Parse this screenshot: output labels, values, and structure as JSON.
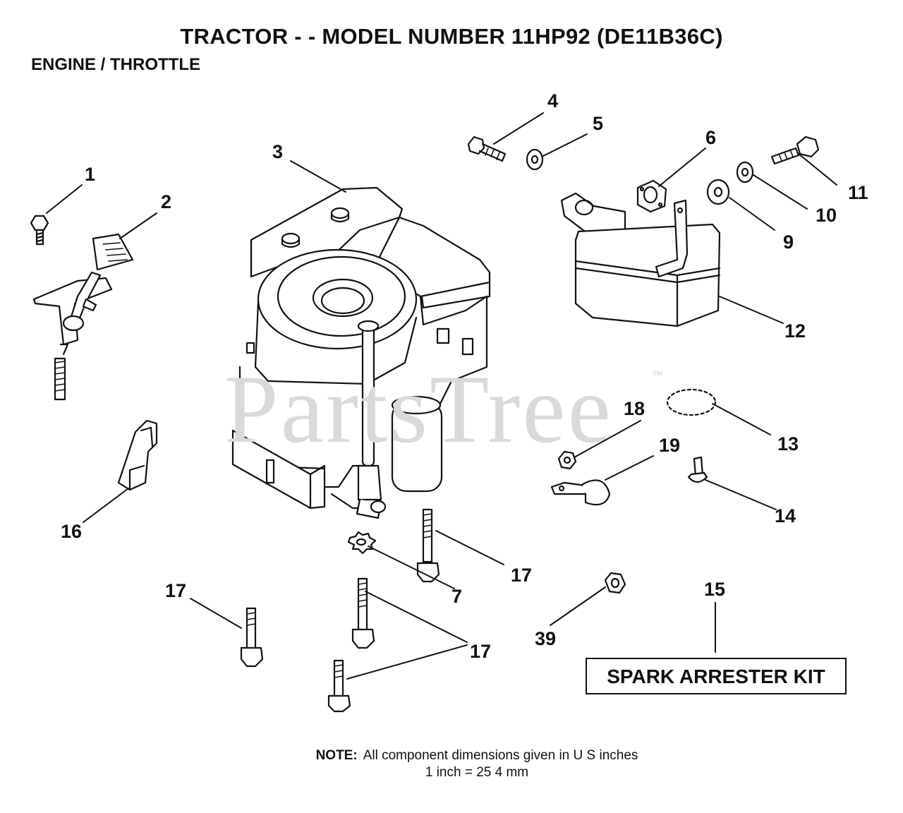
{
  "header": {
    "title": "TRACTOR - - MODEL NUMBER 11HP92   (DE11B36C)",
    "section": "ENGINE / THROTTLE"
  },
  "watermark": {
    "text": "PartsTree",
    "trademark": "™"
  },
  "callouts": [
    "1",
    "2",
    "3",
    "4",
    "5",
    "6",
    "7",
    "9",
    "10",
    "11",
    "12",
    "13",
    "14",
    "15",
    "16",
    "17",
    "17",
    "17",
    "17",
    "18",
    "19",
    "39"
  ],
  "kit_label": "SPARK ARRESTER KIT",
  "note": {
    "label": "NOTE:",
    "text": "All component dimensions given in U S  inches",
    "conversion": "1 inch = 25 4 mm"
  },
  "parts": [
    "bolt",
    "throttle-control",
    "engine",
    "bolt",
    "washer",
    "gasket",
    "star-washer",
    "washer",
    "washer",
    "bolt",
    "muffler",
    "spark-arrester-screen",
    "screw",
    "spark-arrester-kit",
    "bracket",
    "bolt",
    "nut",
    "clamp",
    "nut"
  ],
  "colors": {
    "ink": "#111111",
    "watermark": "#d9d9d9"
  }
}
